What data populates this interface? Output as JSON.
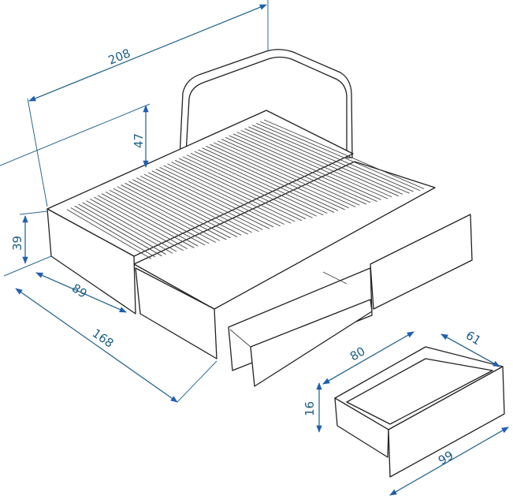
{
  "dimensions": {
    "length": "208",
    "headboard_height": "47",
    "frame_height": "39",
    "width": "89",
    "extended_width": "168",
    "drawer_width": "80",
    "drawer_depth": "61",
    "drawer_height": "16",
    "drawer_front_length": "99"
  },
  "colors": {
    "dimension": "#1d5f86",
    "line": "#222222"
  }
}
